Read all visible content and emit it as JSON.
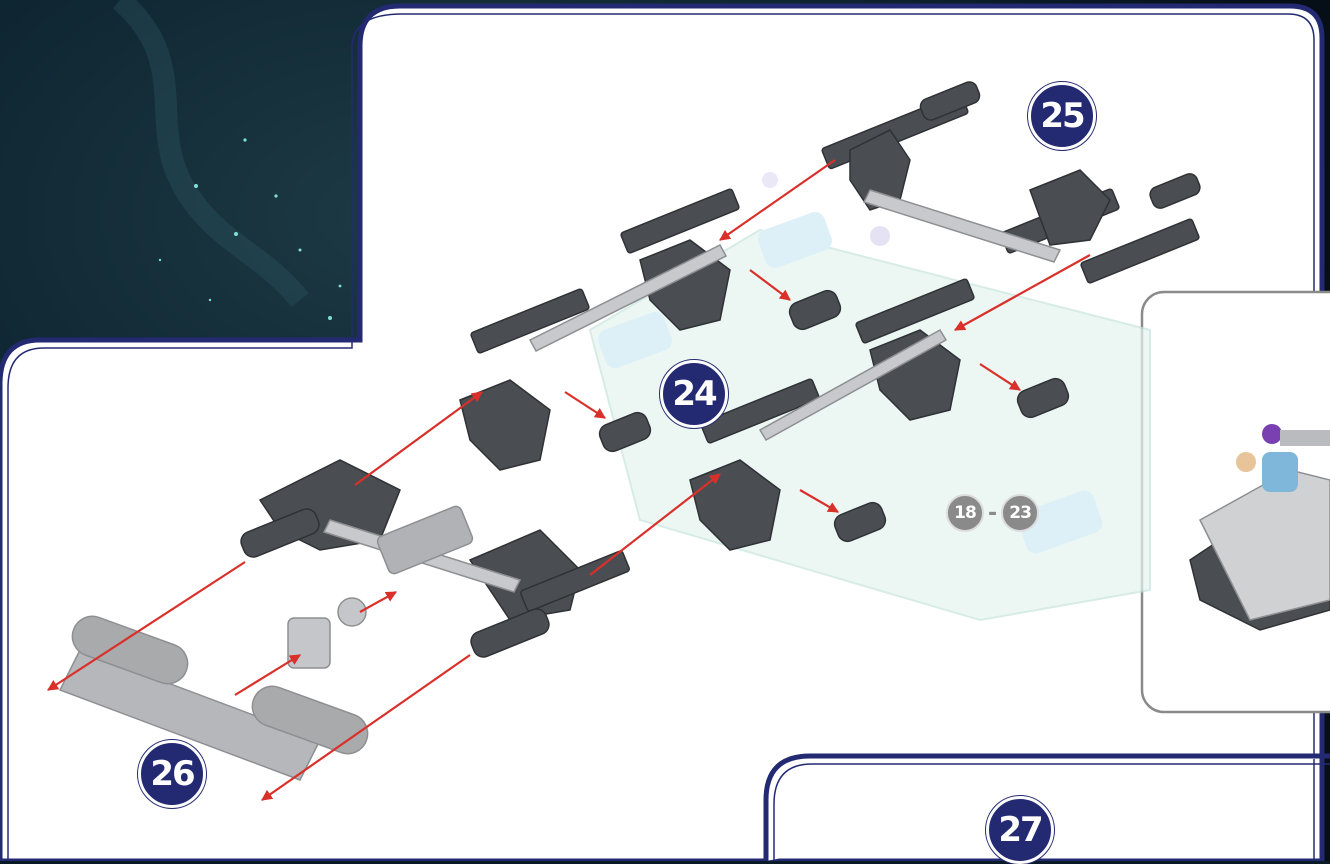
{
  "steps": {
    "step_24": "24",
    "step_25": "25",
    "step_26": "26",
    "step_27": "27"
  },
  "reference_range": {
    "from": "18",
    "separator": "-",
    "to": "23"
  },
  "colors": {
    "panel_border": "#232a72",
    "panel_fill": "#ffffff",
    "arrow": "#d9302a",
    "part_dark": "#4a4e52",
    "part_light": "#a8aaac",
    "ghost_part": "#d8efe8",
    "space_background": "#0a1a26"
  },
  "icons": {
    "arrow": "red-direction-arrow",
    "connector": "gray-connector-part",
    "rod": "gray-rod-part"
  }
}
